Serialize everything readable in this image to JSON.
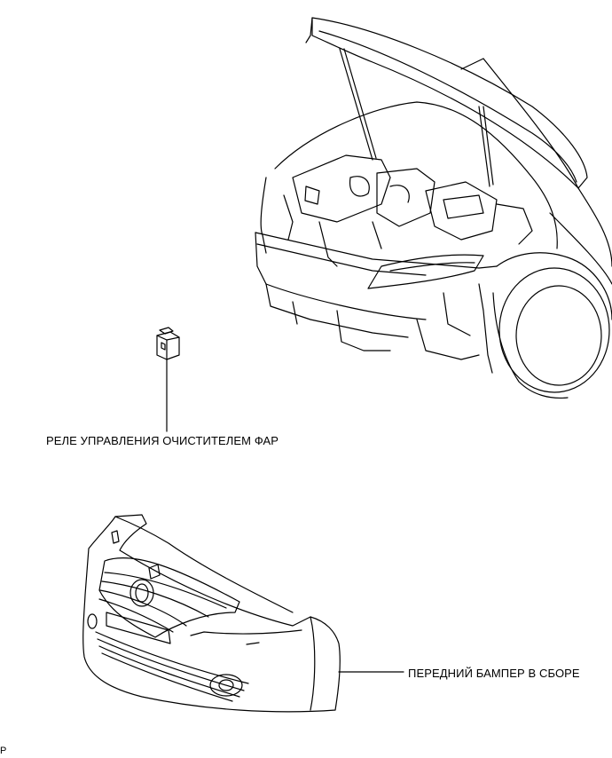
{
  "labels": {
    "relay": "РЕЛЕ УПРАВЛЕНИЯ ОЧИСТИТЕЛЕМ ФАР",
    "bumper": "ПЕРЕДНИЙ БАМПЕР В СБОРЕ",
    "corner": "P"
  },
  "colors": {
    "line": "#000000",
    "background": "#ffffff"
  }
}
